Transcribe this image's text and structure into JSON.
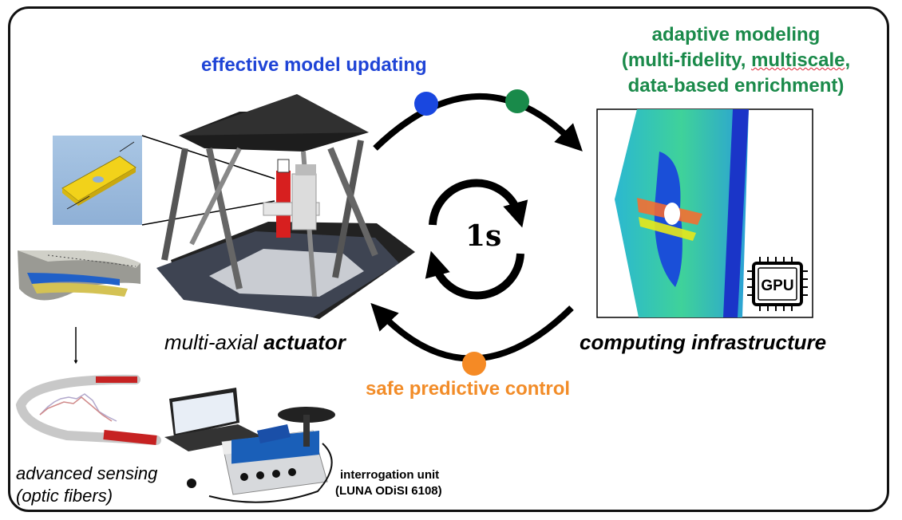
{
  "labels": {
    "effective_update": "effective model updating",
    "adaptive_line1": "adaptive modeling",
    "adaptive_line2_a": "(multi-fidelity, ",
    "adaptive_line2_b": "multiscale",
    "adaptive_line2_c": ",",
    "adaptive_line3": "data-based enrichment)",
    "actuator_prefix": "multi-axial ",
    "actuator_bold": "actuator",
    "computing": "computing infrastructure",
    "safe_control": "safe predictive control",
    "sensing_line1": "advanced sensing",
    "sensing_line2": "(optic fibers)",
    "interrogation_line1": "interrogation unit",
    "interrogation_line2": "(LUNA ODiSI 6108)",
    "cycle_time": "1s",
    "gpu": "GPU"
  },
  "colors": {
    "effective_update": "#1f44d6",
    "adaptive": "#1a8a4a",
    "safe_control": "#f28c28",
    "dot_blue": "#1947e0",
    "dot_green": "#198a4a",
    "dot_orange": "#f58a25",
    "frame": "#111111"
  },
  "icons": [
    "gpu-chip-icon",
    "down-arrow-icon",
    "cycle-arrows-icon"
  ]
}
